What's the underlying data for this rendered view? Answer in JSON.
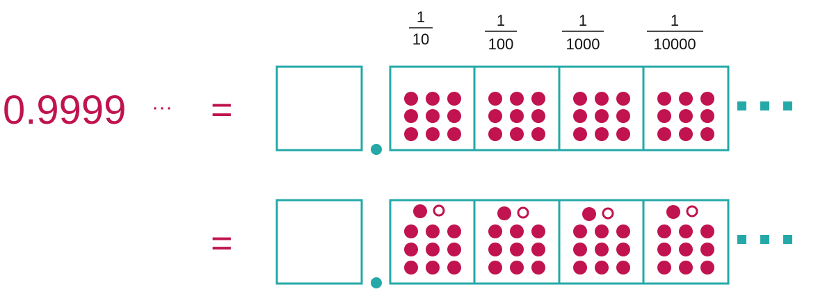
{
  "colors": {
    "magenta": "#c0134f",
    "teal": "#25a8a8",
    "text": "#111111"
  },
  "place_values": [
    {
      "numerator": "1",
      "denominator": "10"
    },
    {
      "numerator": "1",
      "denominator": "100"
    },
    {
      "numerator": "1",
      "denominator": "1000"
    },
    {
      "numerator": "1",
      "denominator": "10000"
    }
  ],
  "row1": {
    "number": "0.9999",
    "ellipsis": "···",
    "equals": "=",
    "cells": [
      {
        "filled_dots": 9,
        "hollow_dots": 0
      },
      {
        "filled_dots": 9,
        "hollow_dots": 0
      },
      {
        "filled_dots": 9,
        "hollow_dots": 0
      },
      {
        "filled_dots": 9,
        "hollow_dots": 0
      }
    ]
  },
  "row2": {
    "equals": "=",
    "cells": [
      {
        "filled_dots": 10,
        "hollow_dots": 1
      },
      {
        "filled_dots": 10,
        "hollow_dots": 1
      },
      {
        "filled_dots": 10,
        "hollow_dots": 1
      },
      {
        "filled_dots": 10,
        "hollow_dots": 1
      }
    ]
  },
  "continuation_icon": "three-square-dots-icon"
}
